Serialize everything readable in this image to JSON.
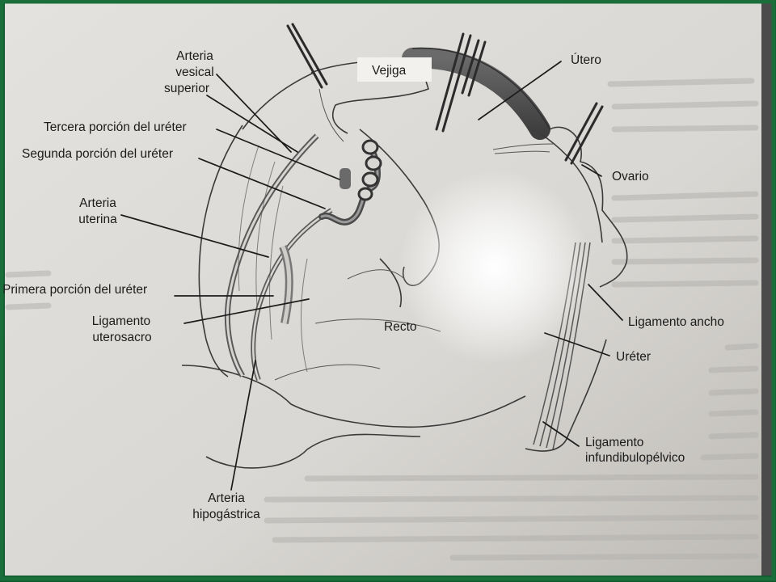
{
  "labels": {
    "arteria_vesical_superior": [
      "Arteria",
      "vesical",
      "superior"
    ],
    "tercera_porcion": "Tercera porción del uréter",
    "segunda_porcion": "Segunda porción del uréter",
    "arteria_uterina": [
      "Arteria",
      "uterina"
    ],
    "primera_porcion": "Primera porción del uréter",
    "ligamento_uterosacro": [
      "Ligamento",
      "uterosacro"
    ],
    "vejiga": "Vejiga",
    "utero": "Útero",
    "ovario": "Ovario",
    "ligamento_ancho": "Ligamento ancho",
    "recto": "Recto",
    "ureter": "Uréter",
    "ligamento_infundibulopelvico": [
      "Ligamento",
      "infundibulopélvico"
    ],
    "arteria_hipogastrica": [
      "Arteria",
      "hipogástrica"
    ]
  },
  "colors": {
    "border": "#1a6e3a",
    "paper": "#dcdad6",
    "ink": "#1b1b1b"
  }
}
